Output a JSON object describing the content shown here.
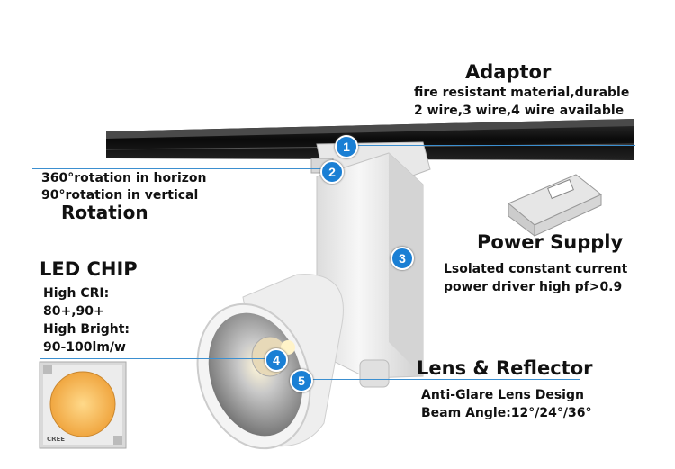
{
  "adaptor": {
    "title": "Adaptor",
    "lines": [
      "fire resistant material,durable",
      "2 wire,3 wire,4 wire available"
    ]
  },
  "rotation": {
    "lines": [
      "360°rotation in horizon",
      "90°rotation in vertical"
    ],
    "title": "Rotation"
  },
  "power_supply": {
    "title": "Power Supply",
    "lines": [
      "Lsolated constant current",
      "power driver high pf>0.9"
    ]
  },
  "led_chip": {
    "title": "LED CHIP",
    "lines": [
      "High CRI:",
      "80+,90+",
      "High Bright:",
      "90-100lm/w"
    ],
    "chip_logo": "CREE"
  },
  "lens": {
    "title": "Lens & Reflector",
    "lines": [
      "Anti-Glare Lens Design",
      "Beam Angle:12°/24°/36°"
    ]
  },
  "markers": [
    "1",
    "2",
    "3",
    "4",
    "5"
  ],
  "colors": {
    "marker": "#1a7fd4",
    "track": "#111111",
    "body": "#eeeeee",
    "chip": "#f5b24a"
  }
}
